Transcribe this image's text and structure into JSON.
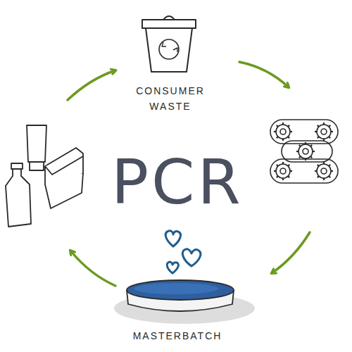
{
  "diagram": {
    "title": "PCR",
    "labels": [
      "CONSUMER WASTE",
      "MASTERBATCH"
    ]
  }
}
